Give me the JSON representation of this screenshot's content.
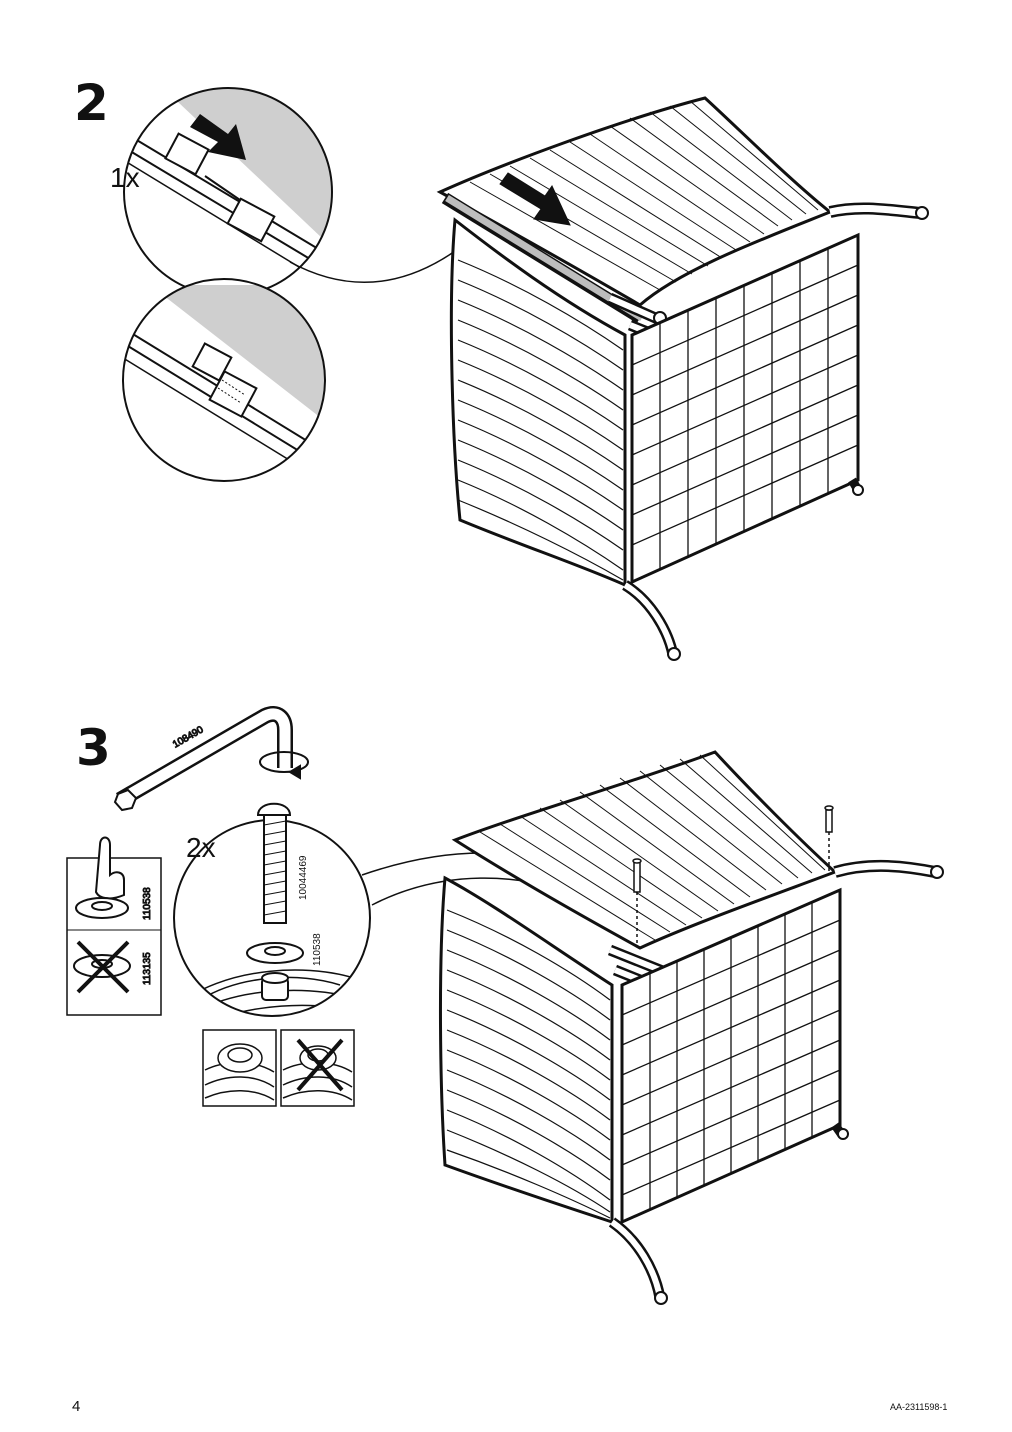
{
  "steps": [
    {
      "number": "2",
      "quantity": "1x"
    },
    {
      "number": "3",
      "quantity": "2x",
      "tool_part_number": "108490",
      "screw_part_number": "10044469",
      "washer_part_number": "110538",
      "legend": {
        "correct_part_number": "110538",
        "wrong_part_number": "113135"
      }
    }
  ],
  "footer": {
    "page_number": "4",
    "document_code": "AA-2311598-1"
  },
  "icons": [
    "push-arrow-icon",
    "correct-washer-icon",
    "wrong-washer-icon",
    "finger-pointing-icon",
    "cross-icon",
    "allen-key-icon",
    "rotate-arrow-icon",
    "screw-icon"
  ]
}
